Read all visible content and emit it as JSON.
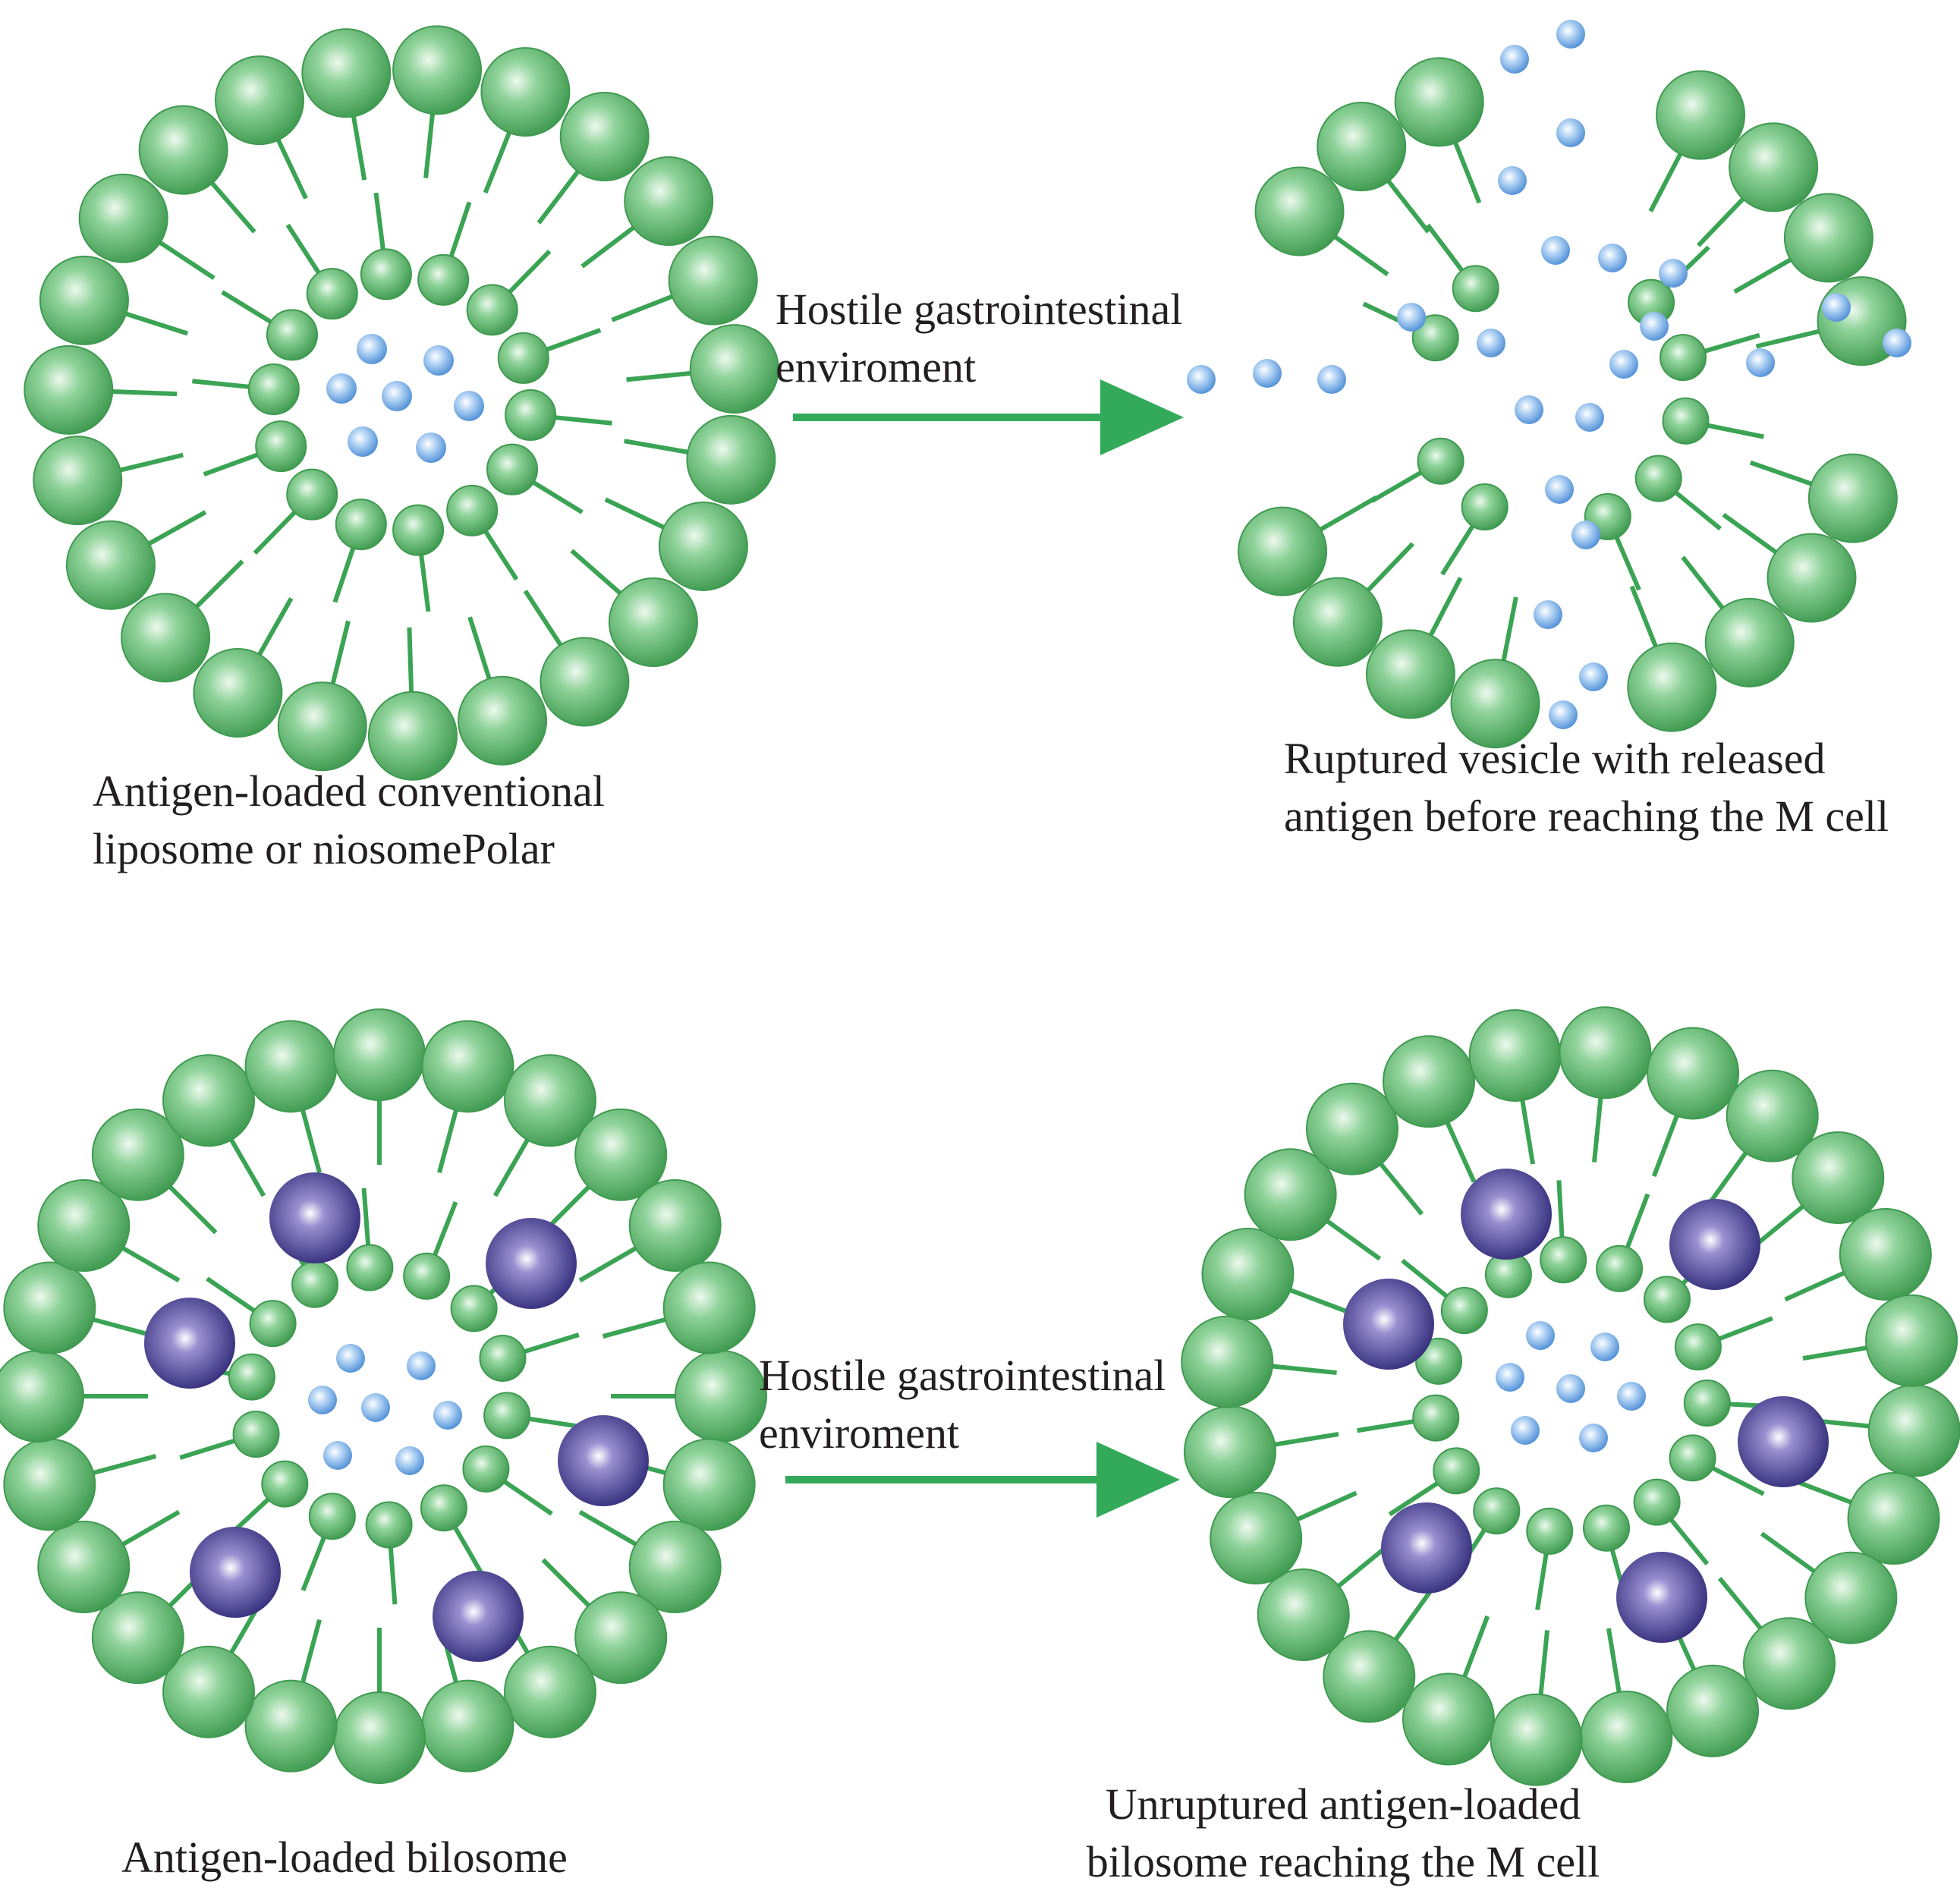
{
  "colors": {
    "green_head": "#5fbd6e",
    "green_head_light": "#e8f7ea",
    "green_head_dark": "#3f9a50",
    "tail": "#3aa454",
    "arrow": "#33aa5a",
    "antigen": "#6aa8e6",
    "antigen_light": "#ffffff",
    "bile_salt": "#3f3a8c",
    "bile_salt_light": "#ffffff",
    "text": "#231f20"
  },
  "icons": {
    "phospholipid": "green-sphere-with-tail",
    "antigen": "blue-dot",
    "bile_salt": "purple-sphere",
    "arrow": "right-arrow"
  },
  "top_row": {
    "left_caption": [
      "Antigen-loaded conventional",
      "liposome or niosomePolar"
    ],
    "arrow_caption": [
      "Hostile gastrointestinal",
      "enviroment"
    ],
    "right_caption": [
      "Ruptured vesicle with released",
      "antigen before reaching the M cell"
    ]
  },
  "bottom_row": {
    "left_caption": [
      "Antigen-loaded bilosome"
    ],
    "arrow_caption": [
      "Hostile gastrointestinal",
      "enviroment"
    ],
    "right_caption": [
      "Unruptured antigen-loaded",
      "bilosome reaching the M cell"
    ]
  }
}
